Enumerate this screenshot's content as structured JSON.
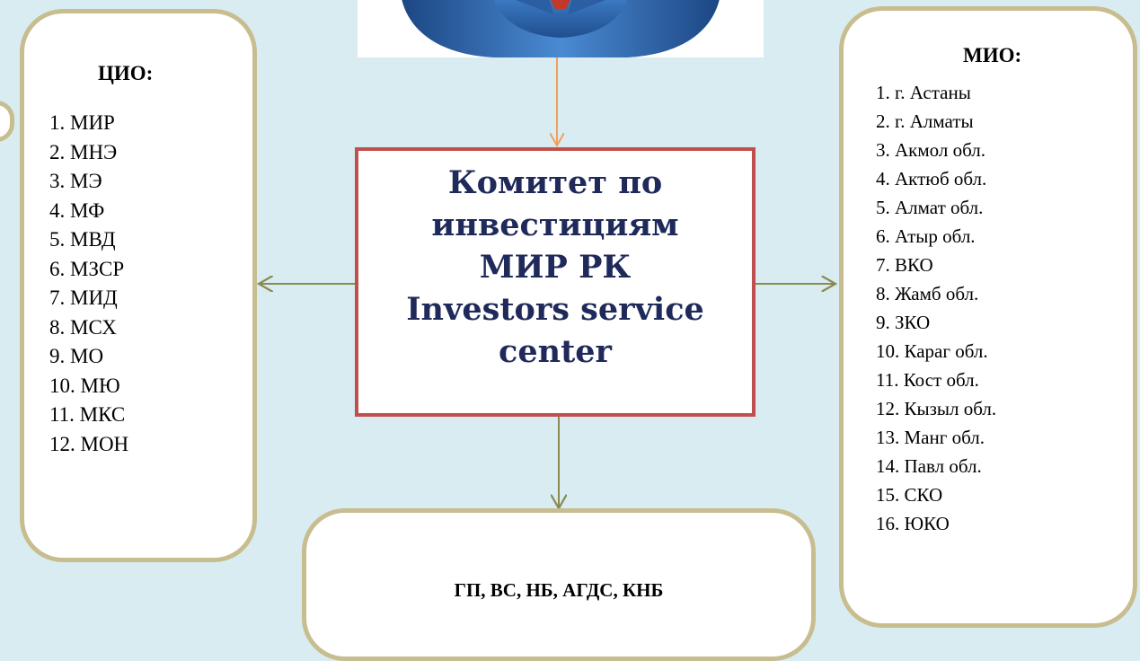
{
  "center": {
    "lines": [
      "Комитет по",
      "инвестициям",
      "МИР РК",
      "Investors service",
      "center"
    ]
  },
  "left": {
    "title": "ЦИО:",
    "items": [
      "1. МИР",
      "2. МНЭ",
      "3. МЭ",
      "4. МФ",
      "5. МВД",
      "6. МЗСР",
      "7. МИД",
      "8. МСХ",
      "9. МО",
      "10. МЮ",
      "11. МКС",
      "12. МОН"
    ]
  },
  "right": {
    "title": "МИО:",
    "items": [
      "1. г. Астаны",
      "2. г. Алматы",
      "3. Акмол обл.",
      "4. Актюб обл.",
      "5. Алмат обл.",
      "6. Атыр обл.",
      "7. ВКО",
      "8. Жамб обл.",
      "9. ЗКО",
      "10. Караг обл.",
      "11. Кост обл.",
      "12. Кызыл обл.",
      "13. Манг обл.",
      "14. Павл обл.",
      "15. СКО",
      "16. ЮКО"
    ]
  },
  "bottom": {
    "text": "ГП, ВС, НБ, АГДС, КНБ"
  },
  "colors": {
    "background": "#d9ecf2",
    "box_border": "#c8bd8f",
    "center_border": "#c0504d",
    "center_text": "#1f2a5a",
    "arrow_top": "#f0a05a",
    "arrow_side": "#8a8a50"
  },
  "icons": {
    "photo": "businessman-icon"
  }
}
